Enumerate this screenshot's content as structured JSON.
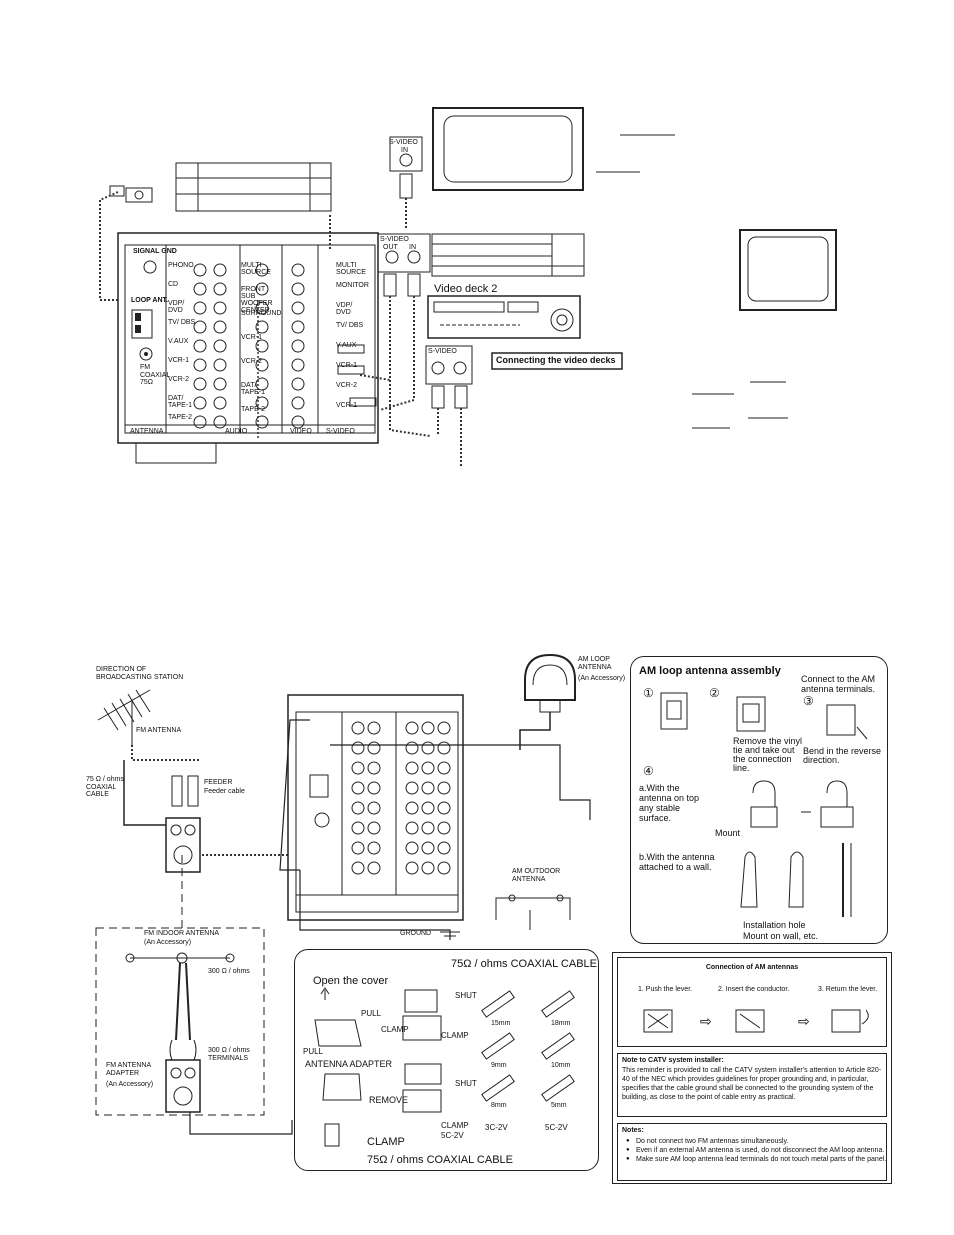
{
  "video_section": {
    "svideo_in_label": "S-VIDEO",
    "svideo_in_sub": "IN",
    "svideo_outin_label": "S-VIDEO",
    "svideo_out_sub": "OUT",
    "svideo_in_sub2": "IN",
    "svideo_outin_label_2": "S-VIDEO",
    "video_deck_2": "Video deck 2",
    "connecting_video_decks": "Connecting the video decks"
  },
  "rear_panel_1": {
    "signal_gnd": "SIGNAL GND",
    "loop_ant": "LOOP ANT.",
    "fm_coaxial": "FM COAXIAL 75Ω",
    "antenna": "ANTENNA",
    "audio": "AUDIO",
    "video": "VIDEO",
    "s_video": "S-VIDEO",
    "inputs_left": [
      "PHONO",
      "CD",
      "VDP/ DVD",
      "TV/ DBS",
      "V.AUX",
      "VCR-1",
      "VCR-2",
      "DAT/ TAPE-1",
      "TAPE-2"
    ],
    "inputs_mid": [
      "MULTI SOURCE",
      "FRONT SUB WOOFER CENTER",
      "SURROUND",
      "VCR-1",
      "VCR-2",
      "DAT/ TAPE-1",
      "TAPE-2"
    ],
    "video_jacks": [
      "MULTI SOURCE",
      "MONITOR",
      "VDP/ DVD",
      "TV/ DBS",
      "V.AUX",
      "VCR-1",
      "VCR-2",
      "VCR-1"
    ]
  },
  "antenna_section": {
    "direction": "DIRECTION OF BROADCASTING STATION",
    "fm_antenna": "FM ANTENNA",
    "coax_75": "75 Ω / ohms COAXIAL CABLE",
    "feeder": "FEEDER",
    "feeder_cable": "Feeder cable",
    "am_loop": "AM LOOP ANTENNA",
    "am_loop_acc": "(An Accessory)",
    "am_outdoor": "AM OUTDOOR ANTENNA",
    "ground": "GROUND",
    "fm_indoor": "FM INDOOR ANTENNA",
    "fm_indoor_acc": "(An Accessory)",
    "ohm_300": "300 Ω / ohms",
    "ohm_300_terminals": "300 Ω / ohms TERMINALS",
    "fm_adapter": "FM ANTENNA ADAPTER",
    "fm_adapter_acc": "(An Accessory)"
  },
  "am_loop_assembly": {
    "title": "AM loop antenna assembly",
    "connect_text": "Connect to the AM antenna terminals.",
    "step1": "①",
    "step2": "②",
    "step3": "③",
    "step4": "④",
    "remove_vinyl": "Remove the vinyl tie and take out the connection line.",
    "bend": "Bend in the reverse direction.",
    "a_text": "a.With the antenna on top any stable surface.",
    "mount": "Mount",
    "b_text": "b.With the antenna attached to a wall.",
    "install_hole": "Installation hole",
    "mount_wall": "Mount on wall, etc."
  },
  "coax_box": {
    "header": "75Ω / ohms COAXIAL CABLE",
    "open_cover": "Open the cover",
    "pull": "PULL",
    "pull2": "PULL",
    "shut": "SHUT",
    "shut2": "SHUT",
    "clamp": "CLAMP",
    "clamp2": "CLAMP",
    "clamp3": "CLAMP",
    "clamp4": "CLAMP",
    "antenna_adapter": "ANTENNA ADAPTER",
    "remove": "REMOVE",
    "cable_3c": "3C-2V",
    "cable_5c": "5C-2V",
    "cable_5c2": "5C-2V",
    "footer": "75Ω / ohms COAXIAL CABLE",
    "dim_15": "15mm",
    "dim_18": "18mm",
    "dim_9": "9mm",
    "dim_10": "10mm",
    "dim_8": "8mm",
    "dim_5": "5mm"
  },
  "am_connection": {
    "title": "Connection of AM antennas",
    "step1": "1. Push the lever.",
    "step2": "2. Insert the conductor.",
    "step3": "3. Return the lever."
  },
  "catv_note": {
    "title": "Note to CATV system installer:",
    "text": "This reminder is provided to call the CATV system installer's attention to Article 820-40 of the NEC which provides guidelines for proper grounding and, in particular, specifies that the cable ground shall be connected to the grounding system of the building, as close to the point of cable entry as practical."
  },
  "notes": {
    "title": "Notes:",
    "items": [
      "Do not connect two FM antennas simultaneously.",
      "Even if an external AM antenna is used, do not disconnect the AM loop antenna.",
      "Make sure AM loop antenna lead terminals do not touch metal parts of the panel."
    ]
  }
}
